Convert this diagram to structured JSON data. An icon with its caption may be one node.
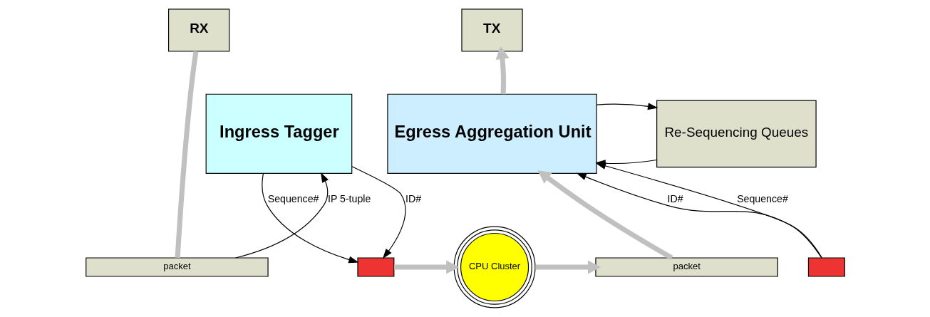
{
  "diagram": {
    "nodes": [
      {
        "text": [
          "RX"
        ]
      },
      {
        "text": [
          "Ingress Tagger"
        ]
      },
      {
        "text": [
          "packet"
        ]
      },
      {
        "text": [],
        "shape": "box"
      },
      {
        "text": [
          "CPU Cluster"
        ]
      },
      {
        "text": [
          "packet"
        ]
      },
      {
        "text": [],
        "shape": "box"
      },
      {
        "text": [
          "Re-Sequencing Queues"
        ]
      },
      {
        "text": [
          "Egress Aggregation Unit"
        ]
      },
      {
        "text": [
          "TX"
        ]
      }
    ],
    "edges": [
      {
        "from": 0,
        "to": 2,
        "arrow": "none",
        "style": "thick",
        "color": "#c0c0c0"
      },
      {
        "from": 2,
        "to": 1,
        "arrow": "to",
        "label": "IP 5-tuple"
      },
      {
        "from": 1,
        "to": 3,
        "arrow": "to",
        "label": "ID#"
      },
      {
        "from": 1,
        "to": 3,
        "arrow": "to",
        "label": "Sequence#"
      },
      {
        "from": 3,
        "to": 4,
        "arrow": "to",
        "style": "thick",
        "color": "#c0c0c0"
      },
      {
        "from": 4,
        "to": 5,
        "arrow": "to",
        "style": "thick",
        "color": "#c0c0c0"
      },
      {
        "from": 5,
        "to": 8,
        "arrow": "to",
        "style": "thick",
        "color": "#c0c0c0"
      },
      {
        "from": 6,
        "to": 8,
        "arrow": "to",
        "label": "ID#"
      },
      {
        "from": 6,
        "to": 8,
        "arrow": "to",
        "label": "Sequence#"
      },
      {
        "from": 7,
        "to": 8,
        "arrow": "to"
      },
      {
        "from": 8,
        "to": 7,
        "arrow": "to"
      },
      {
        "from": 8,
        "to": 9,
        "arrow": "to",
        "style": "thick",
        "color": "#c0c0c0"
      }
    ]
  }
}
